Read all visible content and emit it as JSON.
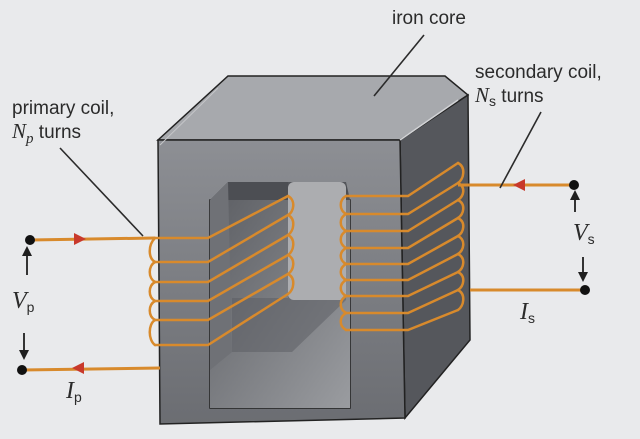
{
  "diagram": {
    "iron_core_label": "iron core",
    "primary_label": {
      "line1": "primary coil,",
      "symbol": "N",
      "subscript": "p",
      "suffix": "turns"
    },
    "secondary_label": {
      "line1": "secondary coil,",
      "symbol": "N",
      "subscript": "s",
      "suffix": "turns"
    },
    "primary_voltage": {
      "symbol": "V",
      "subscript": "p"
    },
    "primary_current": {
      "symbol": "I",
      "subscript": "p"
    },
    "secondary_voltage": {
      "symbol": "V",
      "subscript": "s"
    },
    "secondary_current": {
      "symbol": "I",
      "subscript": "s"
    },
    "colors": {
      "background": "#e9eaec",
      "core_face": "#7c7e84",
      "core_top": "#a9abaf",
      "core_side": "#55575c",
      "wire": "#d88a2c",
      "arrow": "#c8392b",
      "ink": "#1f1f1f"
    }
  }
}
